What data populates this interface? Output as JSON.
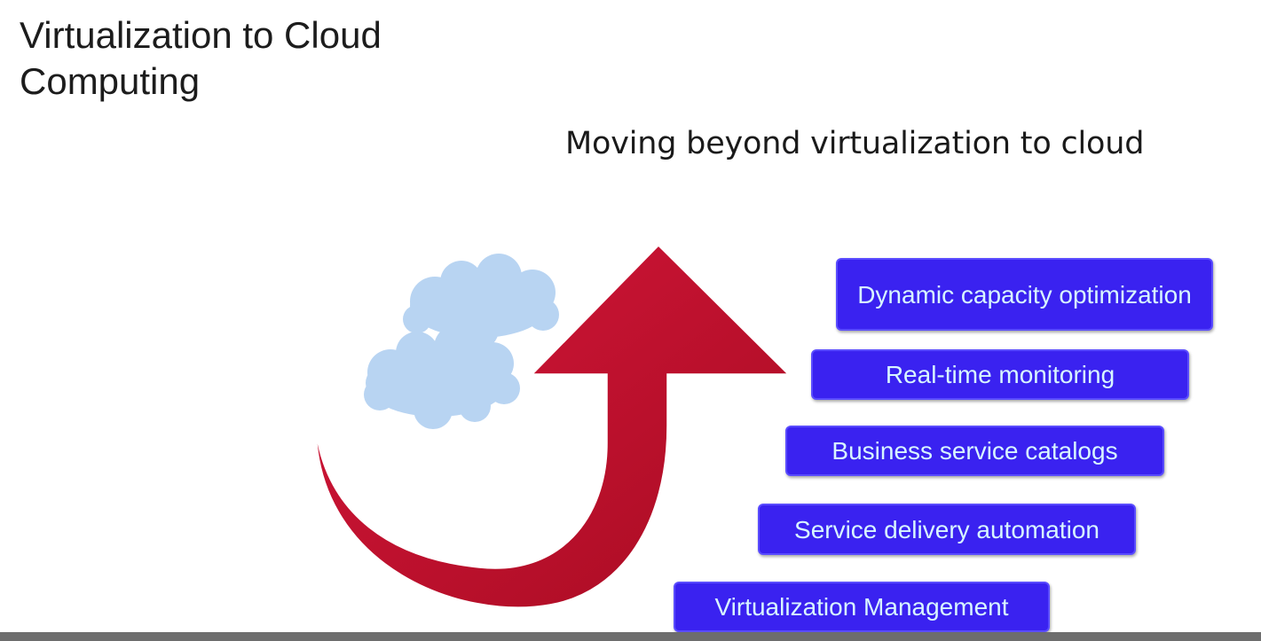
{
  "slide": {
    "title": "Virtualization to Cloud Computing",
    "subtitle": "Moving beyond virtualization to cloud"
  },
  "steps": [
    {
      "label": "Dynamic capacity optimization"
    },
    {
      "label": "Real-time monitoring"
    },
    {
      "label": "Business service catalogs"
    },
    {
      "label": "Service delivery automation"
    },
    {
      "label": "Virtualization Management"
    }
  ],
  "colors": {
    "arrow": "#c0102a",
    "cloud": "#b8d4f2",
    "box": "#3a22f0",
    "box_text": "#d8f6ff"
  }
}
